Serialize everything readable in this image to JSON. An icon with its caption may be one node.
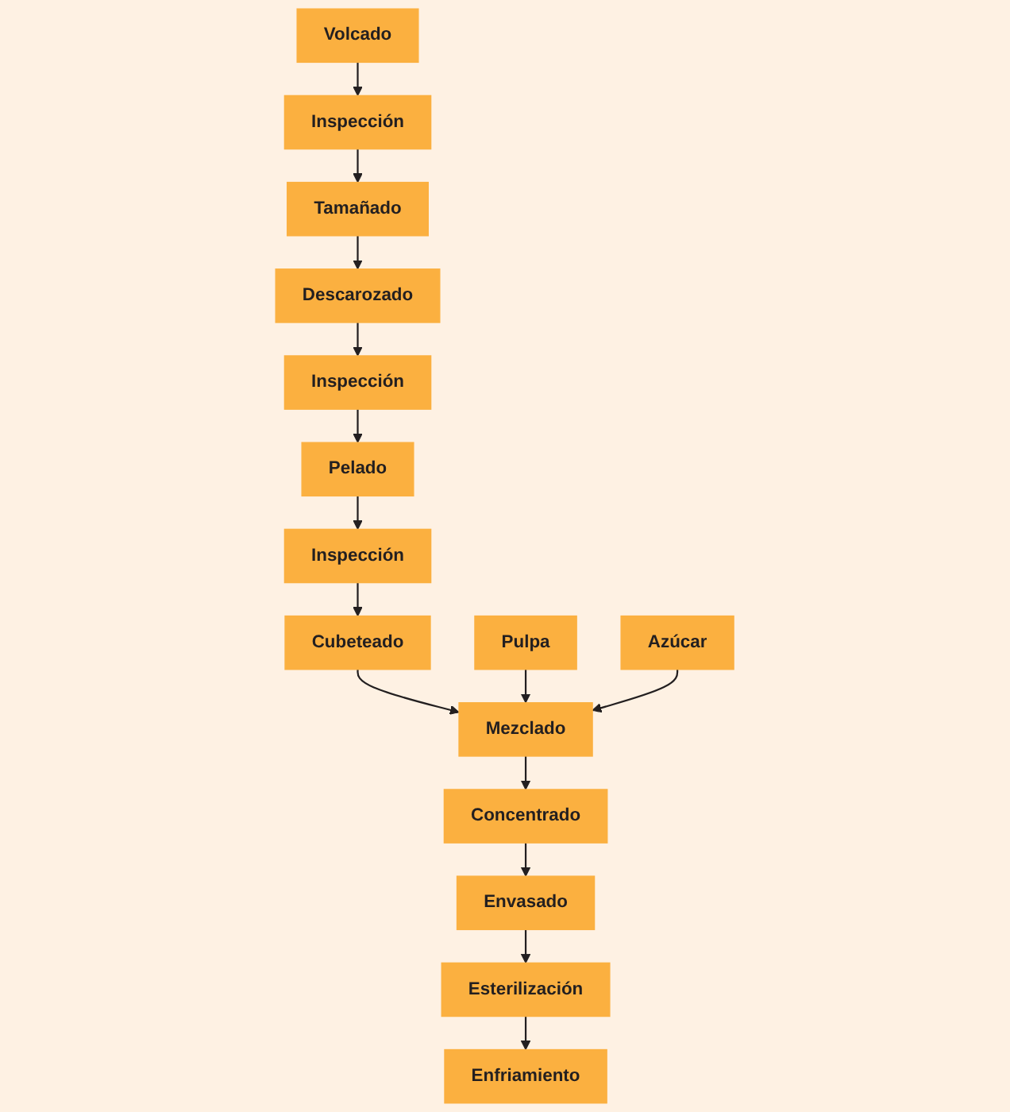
{
  "diagram": {
    "nodes": [
      {
        "text": [
          "Volcado"
        ]
      },
      {
        "text": [
          "Inspección"
        ]
      },
      {
        "text": [
          "Tamañado"
        ]
      },
      {
        "text": [
          "Descarozado"
        ]
      },
      {
        "text": [
          "Inspección"
        ]
      },
      {
        "text": [
          "Pelado"
        ]
      },
      {
        "text": [
          "Inspección"
        ]
      },
      {
        "text": [
          "Cubeteado"
        ]
      },
      {
        "text": [
          "Pulpa"
        ]
      },
      {
        "text": [
          "Mezclado"
        ]
      },
      {
        "text": [
          "Azúcar"
        ]
      },
      {
        "text": [
          "Concentrado"
        ]
      },
      {
        "text": [
          "Envasado"
        ]
      },
      {
        "text": [
          "Esterilización"
        ]
      },
      {
        "text": [
          "Enfriamiento"
        ]
      }
    ],
    "edges": [
      {
        "from": 0,
        "to": 1,
        "arrow": "to"
      },
      {
        "from": 1,
        "to": 2,
        "arrow": "to"
      },
      {
        "from": 2,
        "to": 3,
        "arrow": "to"
      },
      {
        "from": 3,
        "to": 4,
        "arrow": "to"
      },
      {
        "from": 4,
        "to": 5,
        "arrow": "to"
      },
      {
        "from": 5,
        "to": 6,
        "arrow": "to"
      },
      {
        "from": 6,
        "to": 7,
        "arrow": "to"
      },
      {
        "from": 7,
        "to": 9,
        "arrow": "to"
      },
      {
        "from": 8,
        "to": 9,
        "arrow": "to"
      },
      {
        "from": 10,
        "to": 9,
        "arrow": "to"
      },
      {
        "from": 9,
        "to": 11,
        "arrow": "to"
      },
      {
        "from": 11,
        "to": 12,
        "arrow": "to"
      },
      {
        "from": 12,
        "to": 13,
        "arrow": "to"
      },
      {
        "from": 13,
        "to": 14,
        "arrow": "to"
      }
    ]
  }
}
